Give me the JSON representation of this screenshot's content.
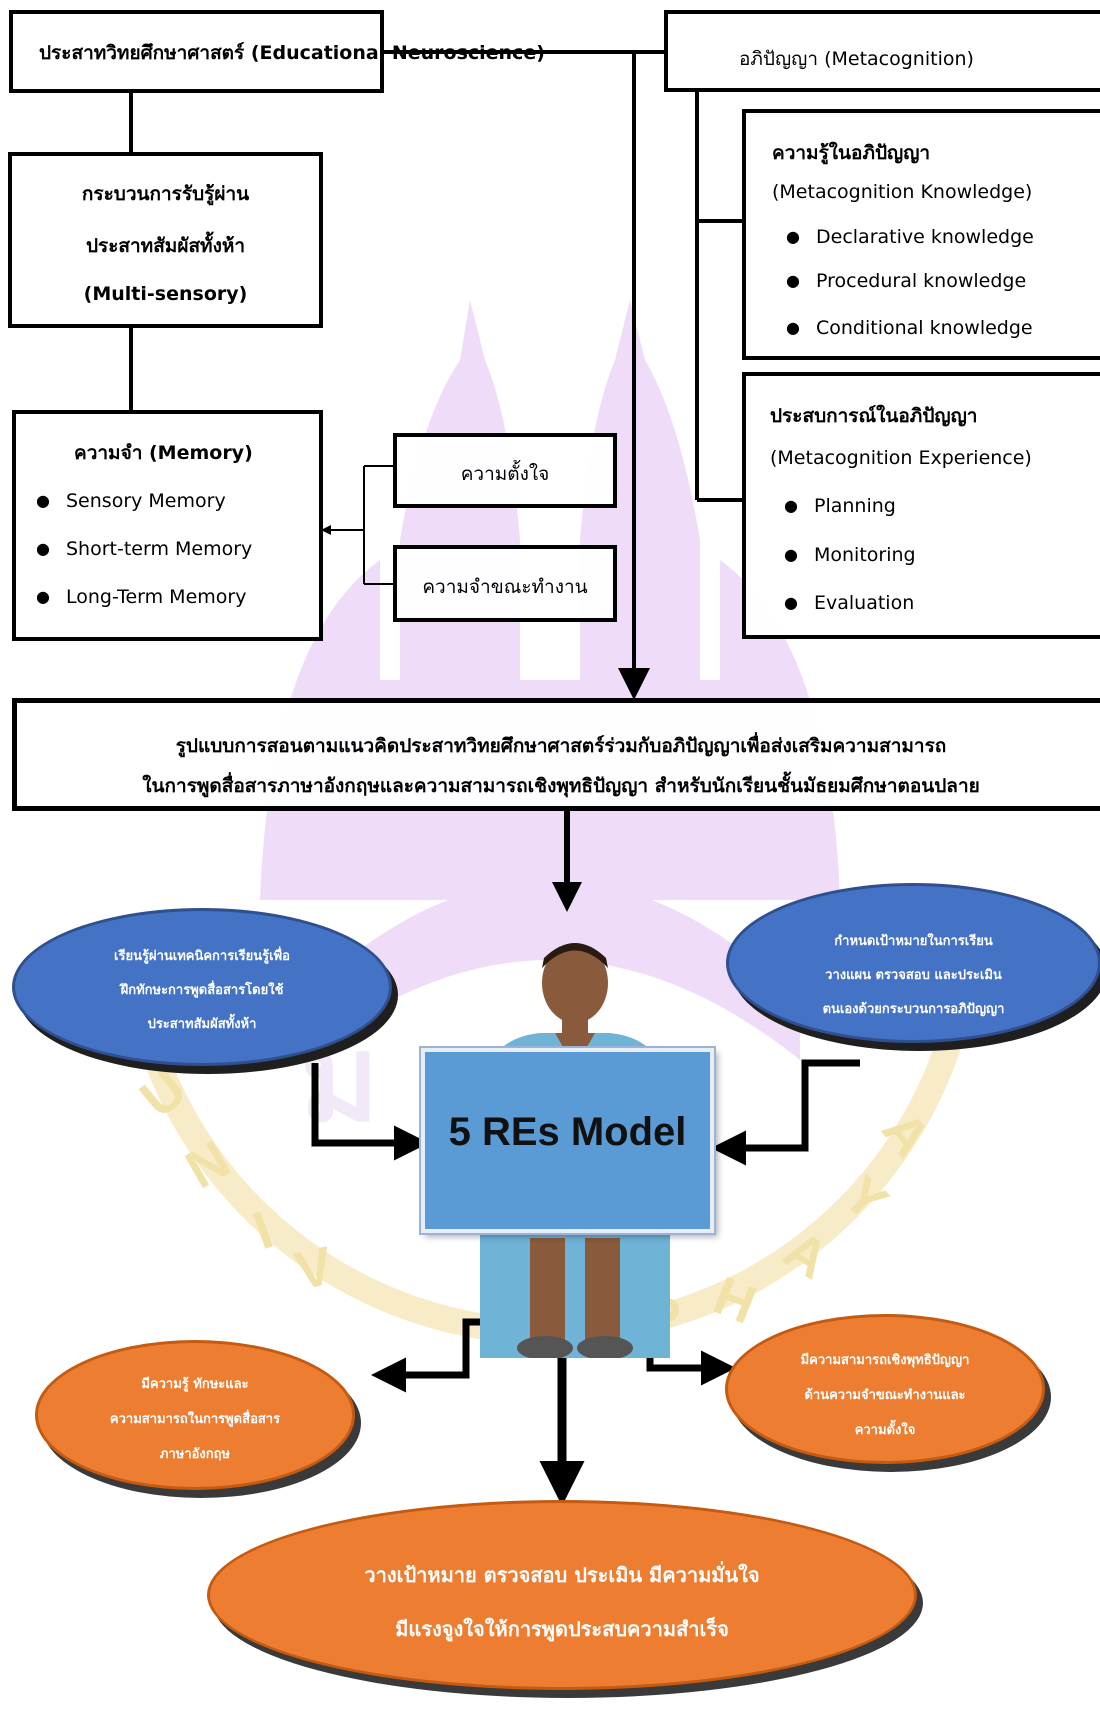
{
  "neuro_box": {
    "title": "ประสาทวิทยศึกษาศาสตร์ (Educational Neuroscience)"
  },
  "meta_box": {
    "title": "อภิปัญญา (Metacognition)"
  },
  "multisensory": {
    "line1": "กระบวนการรับรู้ผ่าน",
    "line2": "ประสาทสัมผัสทั้งห้า",
    "line3": "(Multi-sensory)"
  },
  "memory": {
    "title": "ความจำ (Memory)",
    "items": [
      "Sensory Memory",
      "Short-term Memory",
      "Long-Term Memory"
    ]
  },
  "attention": {
    "label": "ความตั้งใจ"
  },
  "working_memory": {
    "label": "ความจำขณะทำงาน"
  },
  "meta_knowledge": {
    "title": "ความรู้ในอภิปัญญา",
    "subtitle": "(Metacognition Knowledge)",
    "items": [
      "Declarative knowledge",
      "Procedural knowledge",
      "Conditional knowledge"
    ]
  },
  "meta_experience": {
    "title": "ประสบการณ์ในอภิปัญญา",
    "subtitle": "(Metacognition Experience)",
    "items": [
      "Planning",
      "Monitoring",
      "Evaluation"
    ]
  },
  "model_box": {
    "line1": "รูปแบบการสอนตามแนวคิดประสาทวิทยศึกษาศาสตร์ร่วมกับอภิปัญญาเพื่อส่งเสริมความสามารถ",
    "line2": "ในการพูดสื่อสารภาษาอังกฤษและความสามารถเชิงพุทธิปัญญา สำหรับนักเรียนชั้นมัธยมศึกษาตอนปลาย"
  },
  "ellipse_left_blue": {
    "line1": "เรียนรู้ผ่านเทคนิคการเรียนรู้เพื่อ",
    "line2": "ฝึกทักษะการพูดสื่อสารโดยใช้",
    "line3": "ประสาทสัมผัสทั้งห้า"
  },
  "ellipse_right_blue": {
    "line1": "กำหนดเป้าหมายในการเรียน",
    "line2": "วางแผน ตรวจสอบ และประเมิน",
    "line3": "ตนเองด้วยกระบวนการอภิปัญญา"
  },
  "center_model": {
    "label": "5 REs Model"
  },
  "ellipse_left_orange": {
    "line1": "มีความรู้ ทักษะและ",
    "line2": "ความสามารถในการพูดสื่อสาร",
    "line3": "ภาษาอังกฤษ"
  },
  "ellipse_right_orange": {
    "line1": "มีความสามารถเชิงพุทธิปัญญา",
    "line2": "ด้านความจำขณะทำงานและ",
    "line3": "ความตั้งใจ"
  },
  "final_ellipse": {
    "line1": "วางเป้าหมาย ตรวจสอบ ประเมิน  มีความมั่นใจ",
    "line2": "มีแรงจูงใจให้การพูดประสบความสำเร็จ"
  },
  "watermark": {
    "text": "UNIVERSITY OF PHAYAO"
  },
  "colors": {
    "blue_ellipse": "#4472c4",
    "orange_ellipse": "#ed7d31",
    "model_box": "#5b9bd5",
    "watermark_purple": "#e9d3f5",
    "watermark_gold": "#fbf0cf"
  }
}
